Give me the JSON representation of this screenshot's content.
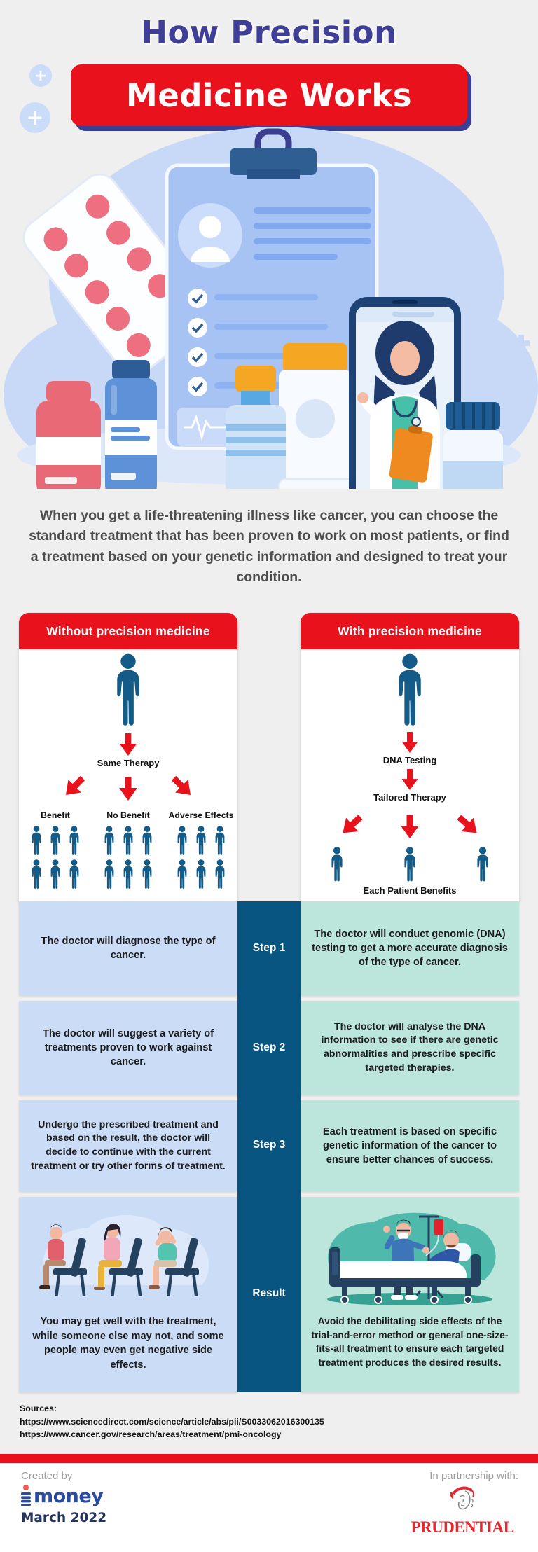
{
  "header": {
    "title_line1": "How Precision",
    "title_line2": "Medicine Works"
  },
  "intro": {
    "text": "When you get a life-threatening illness like cancer, you can choose the standard treatment that has been proven to work on most patients, or find a treatment based on your genetic information and designed to treat your condition."
  },
  "comparison": {
    "left": {
      "header": "Without precision medicine",
      "therapy_label": "Same Therapy",
      "groups": [
        {
          "label": "Benefit",
          "people": 6
        },
        {
          "label": "No Benefit",
          "people": 6
        },
        {
          "label": "Adverse Effects",
          "people": 6
        }
      ]
    },
    "right": {
      "header": "With precision medicine",
      "dna_label": "DNA Testing",
      "tailored_label": "Tailored Therapy",
      "benefits_label": "Each Patient Benefits",
      "patients": 3
    },
    "rows": [
      {
        "step": "Step 1",
        "left": "The doctor will diagnose the type of cancer.",
        "right": "The doctor will conduct genomic (DNA) testing to get a more accurate diagnosis of the type of cancer."
      },
      {
        "step": "Step 2",
        "left": "The doctor will suggest a variety of treatments proven to work against cancer.",
        "right": "The doctor will analyse the DNA information to see if there are genetic abnormalities and prescribe specific targeted therapies."
      },
      {
        "step": "Step 3",
        "left": "Undergo the prescribed treatment and based on the result, the doctor will decide to continue with the current treatment or try other forms of treatment.",
        "right": "Each treatment is based on specific genetic information of the cancer to ensure better chances of success."
      },
      {
        "step": "Result",
        "left": "You may get well with the treatment, while someone else may not, and some people may even get negative side effects.",
        "right": "Avoid the debilitating side effects of the trial-and-error method or general one-size-fits-all treatment to ensure each targeted treatment produces the desired results."
      }
    ]
  },
  "sources": {
    "label": "Sources:",
    "urls": [
      "https://www.sciencedirect.com/science/article/abs/pii/S0033062016300135",
      "https://www.cancer.gov/research/areas/treatment/pmi-oncology"
    ]
  },
  "footer": {
    "created_by": "Created by",
    "imoney_logo": {
      "name": "imoney",
      "visible_text": "money"
    },
    "date": "March 2022",
    "partnership": "In partnership with:",
    "partner": "PRUDENTIAL"
  },
  "colors": {
    "background": "#EFEFEF",
    "red_accent": "#E8111C",
    "indigo_title": "#3F3F99",
    "indigo_shadow": "#3A3F93",
    "person_blue": "#155B87",
    "step_column_dark": "#075580",
    "without_cell_blue": "#CBDCF7",
    "with_cell_mint": "#BCE5DB",
    "footer_white": "#FFFFFF",
    "imoney_blue": "#2B4C9E",
    "prudential_red": "#E8262E"
  }
}
